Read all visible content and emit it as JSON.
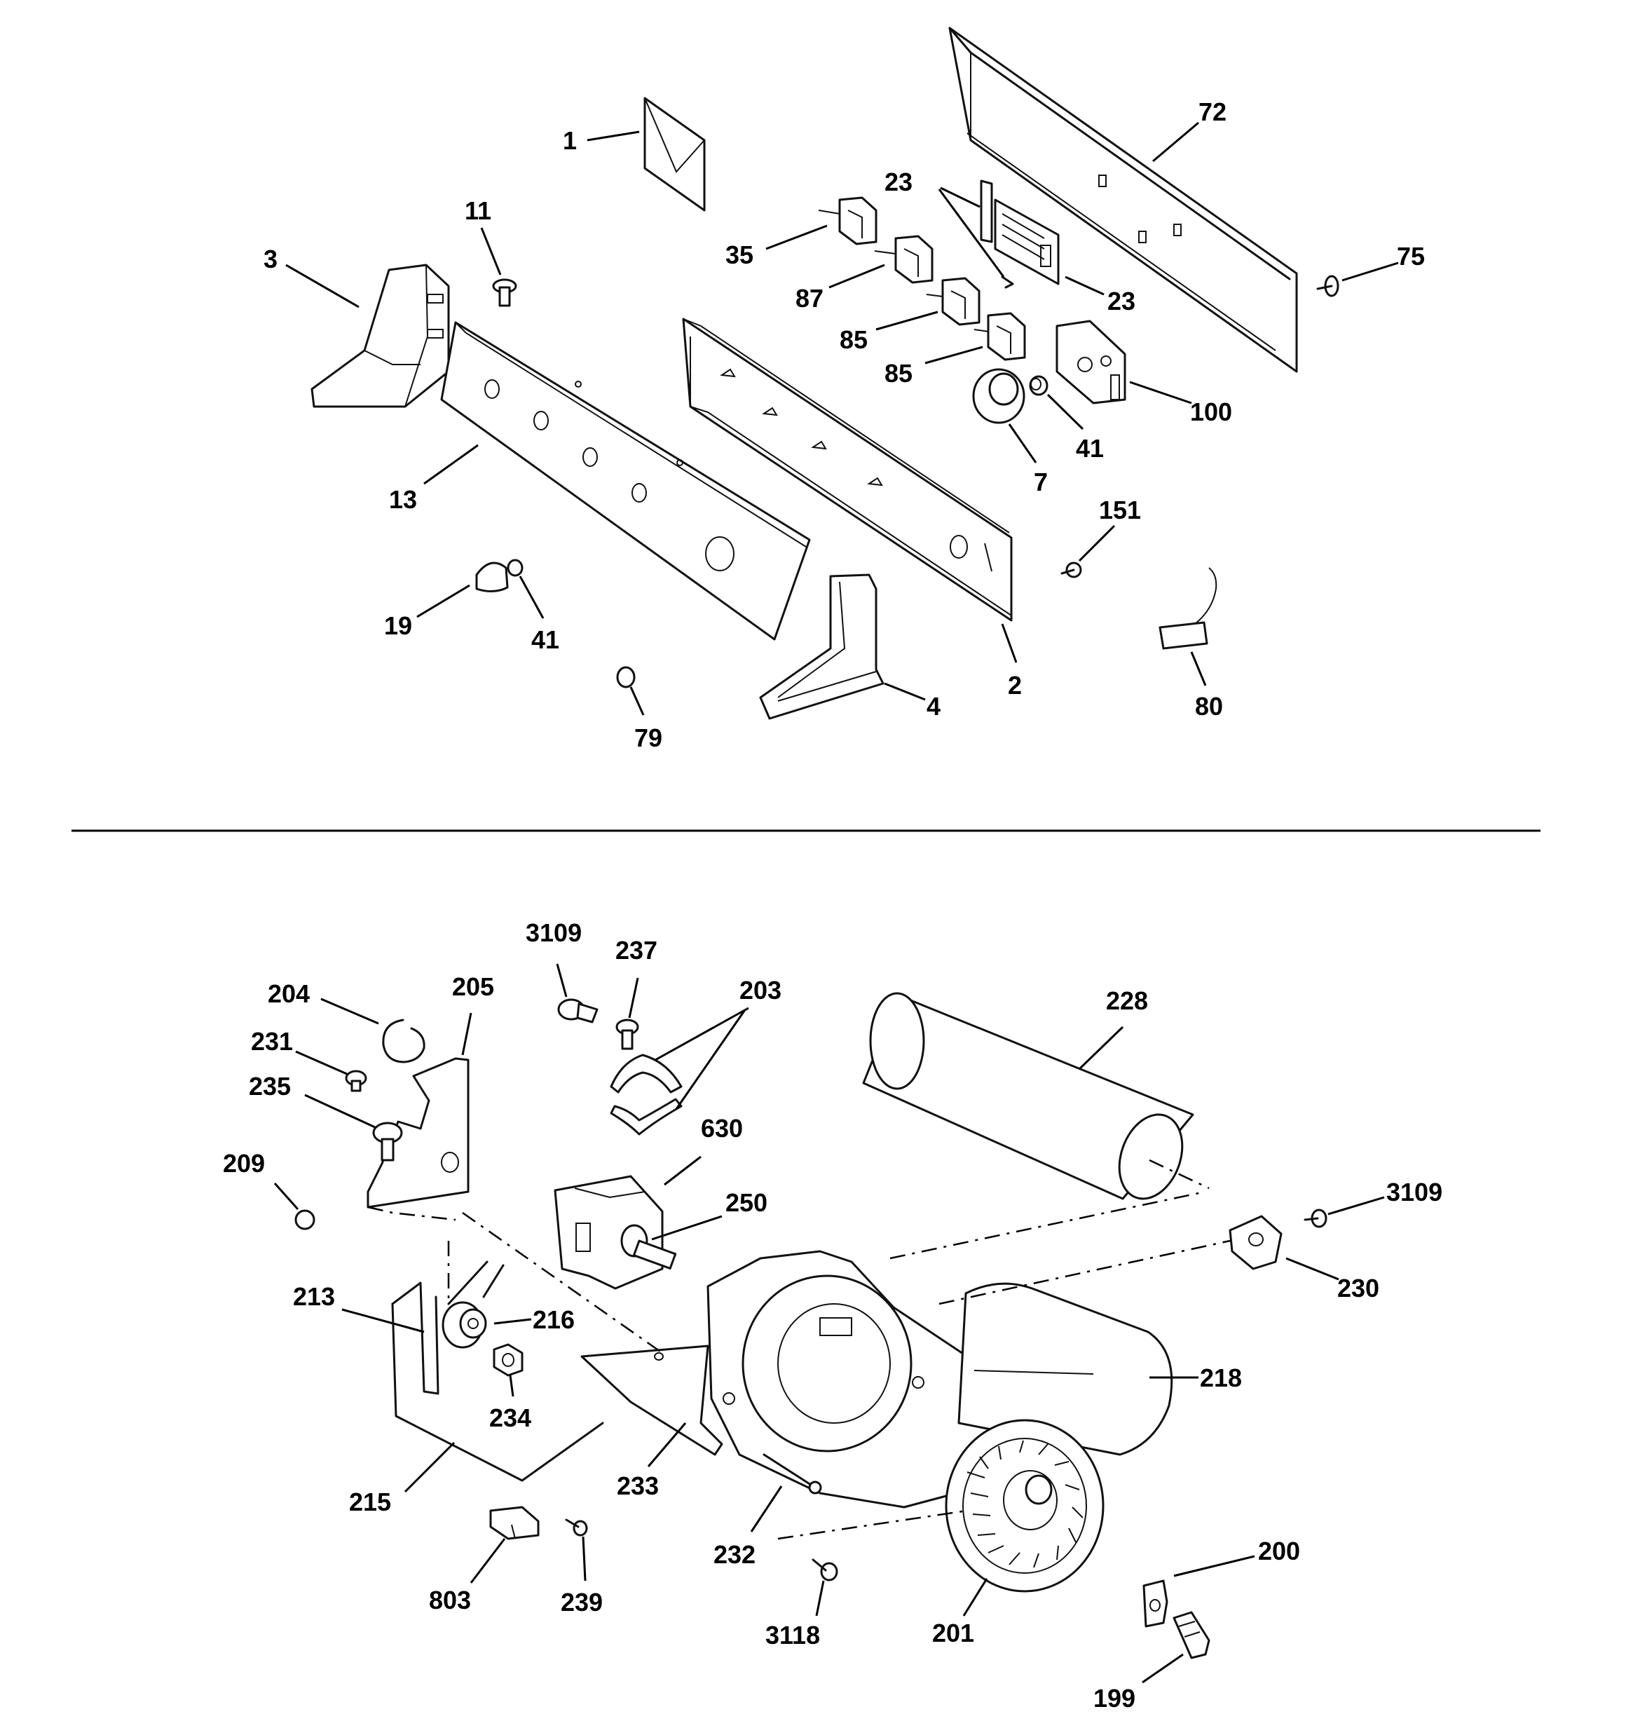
{
  "labels": {
    "l1": "1",
    "l72": "72",
    "l23a": "23",
    "l23b": "23",
    "l11": "11",
    "l3": "3",
    "l35": "35",
    "l87": "87",
    "l75": "75",
    "l85a": "85",
    "l85b": "85",
    "l100": "100",
    "l41a": "41",
    "l7": "7",
    "l13": "13",
    "l151": "151",
    "l19": "19",
    "l41b": "41",
    "l2": "2",
    "l4": "4",
    "l80": "80",
    "l79": "79",
    "l3109a": "3109",
    "l237": "237",
    "l203": "203",
    "l204": "204",
    "l205": "205",
    "l228": "228",
    "l231": "231",
    "l235": "235",
    "l630": "630",
    "l209": "209",
    "l250": "250",
    "l3109b": "3109",
    "l230": "230",
    "l213": "213",
    "l216": "216",
    "l218": "218",
    "l234": "234",
    "l233": "233",
    "l215": "215",
    "l232": "232",
    "l200": "200",
    "l803": "803",
    "l239": "239",
    "l3118": "3118",
    "l201": "201",
    "l199": "199"
  }
}
